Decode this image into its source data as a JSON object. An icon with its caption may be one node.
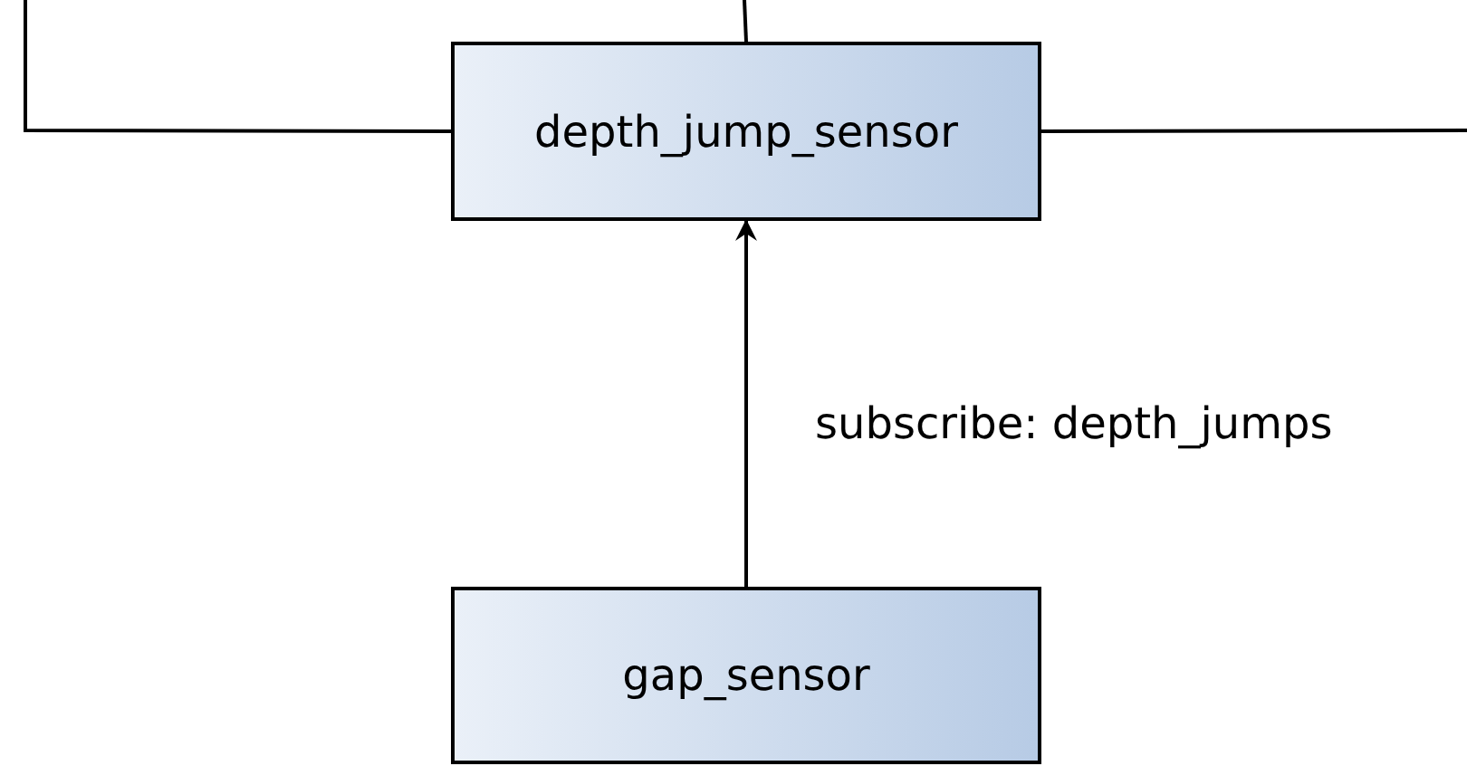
{
  "diagram": {
    "nodes": [
      {
        "text": [
          "depth_jump_sensor"
        ]
      },
      {
        "text": [
          "gap_sensor"
        ]
      }
    ],
    "edges": [
      {
        "from": null,
        "to": 0,
        "arrow": "none"
      },
      {
        "from": null,
        "to": 0,
        "arrow": "none"
      },
      {
        "from": 0,
        "to": null,
        "arrow": "none"
      },
      {
        "from": 1,
        "to": 0,
        "arrow": "to",
        "label": "subscribe: depth_jumps"
      }
    ]
  }
}
